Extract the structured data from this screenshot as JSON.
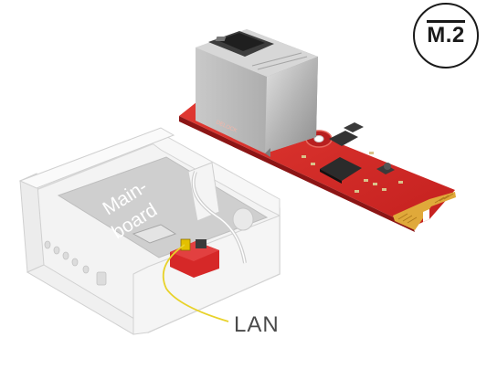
{
  "badge": {
    "text": "M.2"
  },
  "labels": {
    "lan": "LAN",
    "mainboard_line1": "Main-",
    "mainboard_line2": "board"
  },
  "colors": {
    "pcb": "#d62828",
    "pcb_dark": "#b21d1d",
    "metal": "#b9b9b9",
    "case": "#f1f1f1",
    "mainboard": "#cfcfcf",
    "cable": "#e8d22a",
    "gold": "#e0a93a"
  }
}
